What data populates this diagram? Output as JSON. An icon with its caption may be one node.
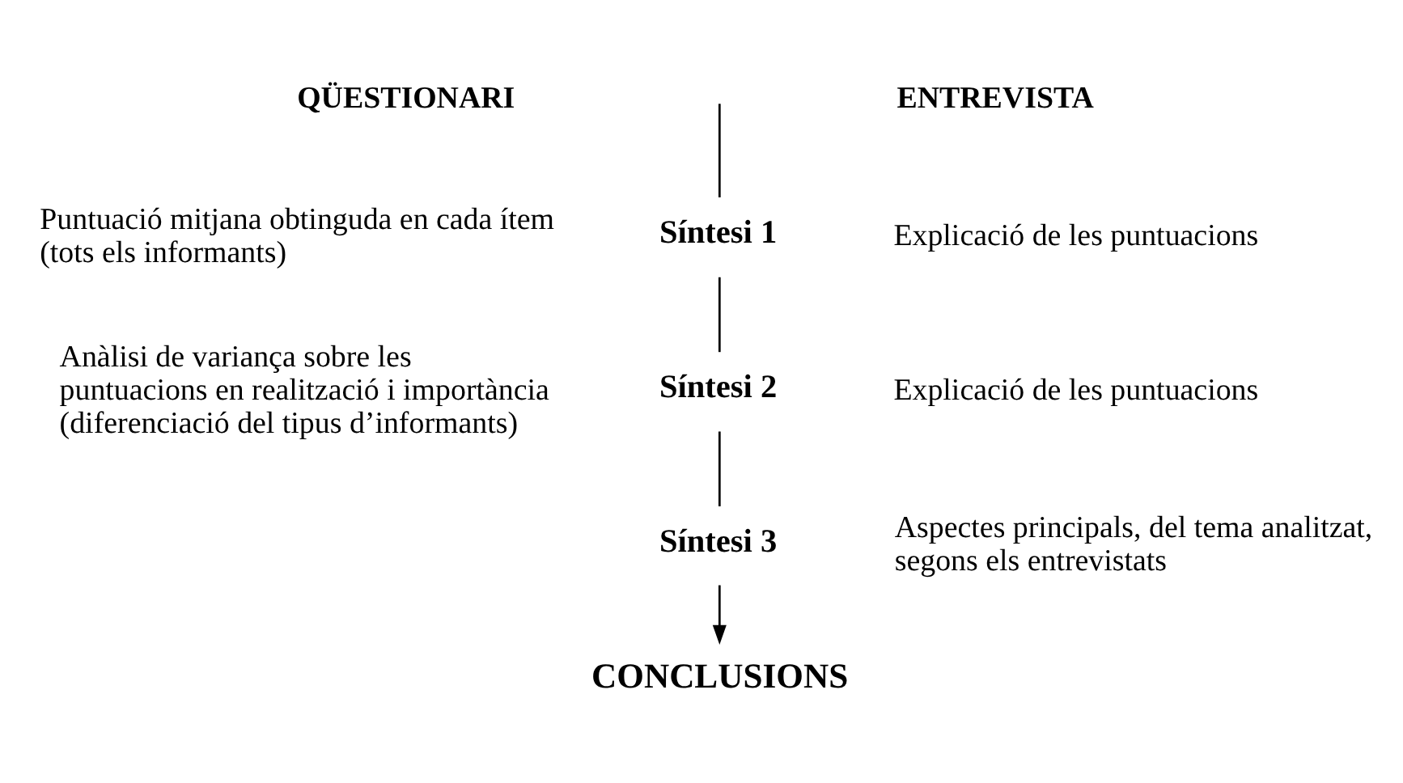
{
  "diagram": {
    "nodes": [
      {
        "text": [
          "Síntesi 1"
        ]
      },
      {
        "text": [
          "Síntesi 2"
        ]
      },
      {
        "text": [
          "Síntesi 3"
        ]
      },
      {
        "text": [
          "CONCLUSIONS"
        ]
      }
    ],
    "edges": [
      {
        "from": null,
        "to": 0,
        "arrow": "none"
      },
      {
        "from": 0,
        "to": 1,
        "arrow": "none"
      },
      {
        "from": 1,
        "to": 2,
        "arrow": "none"
      },
      {
        "from": 2,
        "to": 3,
        "arrow": "to"
      }
    ],
    "labels": [
      "QÜESTIONARI",
      "ENTREVISTA",
      "Puntuació mitjana obtinguda en cada ítem (tots els informants)",
      "Explicació de les puntuacions",
      "Anàlisi de variança sobre les puntuacions en realització i importància (diferenciació del tipus d’informants)",
      "Explicació de les puntuacions",
      "Aspectes principals, del tema analitzat, segons els entrevistats"
    ]
  }
}
